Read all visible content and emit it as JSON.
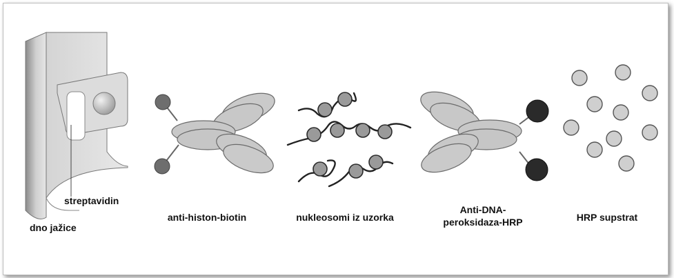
{
  "labels": {
    "streptavidin": "streptavidin",
    "well_bottom": "dno jažice",
    "antibody_biotin": "anti-histon-biotin",
    "nucleosomes": "nukleosomi iz uzorka",
    "anti_dna_line1": "Anti-DNA-",
    "anti_dna_line2": "peroksidaza-HRP",
    "substrate": "HRP supstrat"
  },
  "colors": {
    "ellipse_fill": "#c8c8c8",
    "ellipse_stroke": "#6a6a6a",
    "biotin_dot": "#6e6e6e",
    "hrp_dot": "#2a2a2a",
    "substrate_fill": "#cfcfcf",
    "dna_strand": "#222222",
    "histone_fill": "#9a9a9a"
  }
}
